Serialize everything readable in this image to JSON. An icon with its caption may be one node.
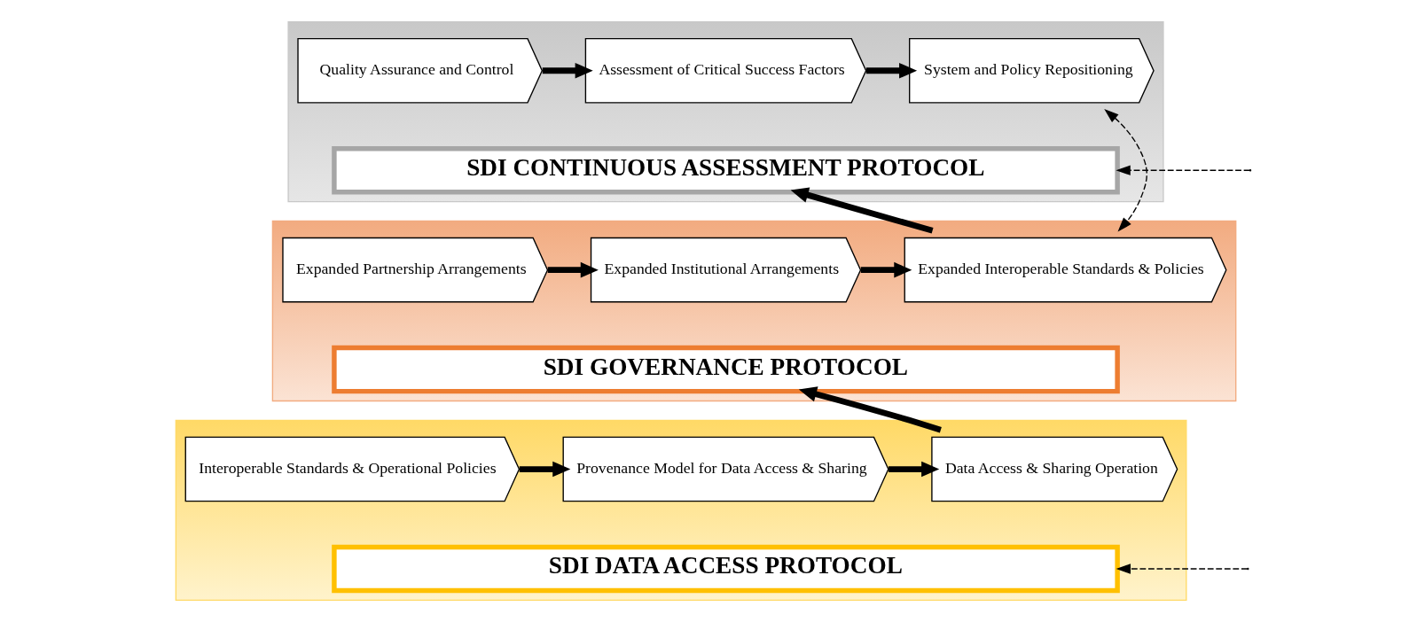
{
  "diagram": {
    "nodes": [
      {
        "text": [],
        "shape": "band"
      },
      {
        "text": [
          "Quality Assurance and Control"
        ],
        "in": 0
      },
      {
        "text": [
          "Assessment of Critical Success Factors"
        ],
        "in": 0
      },
      {
        "text": [
          "System and Policy Repositioning"
        ],
        "in": 0
      },
      {
        "text": [
          "SDI CONTINUOUS ASSESSMENT PROTOCOL"
        ],
        "in": 0
      },
      {
        "text": [],
        "shape": "band"
      },
      {
        "text": [
          "Expanded Partnership Arrangements"
        ],
        "in": 5
      },
      {
        "text": [
          "Expanded Institutional Arrangements"
        ],
        "in": 5
      },
      {
        "text": [
          "Expanded Interoperable Standards & Policies"
        ],
        "in": 5
      },
      {
        "text": [
          "SDI GOVERNANCE PROTOCOL"
        ],
        "in": 5
      },
      {
        "text": [],
        "shape": "band"
      },
      {
        "text": [
          "Interoperable Standards & Operational Policies"
        ],
        "in": 10
      },
      {
        "text": [
          "Provenance Model for Data Access & Sharing"
        ],
        "in": 10
      },
      {
        "text": [
          "Data Access & Sharing Operation"
        ],
        "in": 10
      },
      {
        "text": [
          "SDI DATA ACCESS PROTOCOL"
        ],
        "in": 10
      }
    ],
    "edges": [
      {
        "from": 1,
        "to": 2,
        "arrow": "to"
      },
      {
        "from": 2,
        "to": 3,
        "arrow": "to"
      },
      {
        "from": 6,
        "to": 7,
        "arrow": "to"
      },
      {
        "from": 7,
        "to": 8,
        "arrow": "to"
      },
      {
        "from": 11,
        "to": 12,
        "arrow": "to"
      },
      {
        "from": 12,
        "to": 13,
        "arrow": "to"
      },
      {
        "from": 13,
        "to": 9,
        "arrow": "to"
      },
      {
        "from": 8,
        "to": 4,
        "arrow": "to"
      },
      {
        "from": 3,
        "to": 8,
        "arrow": "both",
        "style": "dashed"
      },
      {
        "from": null,
        "to": 4,
        "arrow": "to",
        "style": "dashed"
      },
      {
        "from": null,
        "to": 14,
        "arrow": "to",
        "style": "dashed"
      }
    ]
  }
}
